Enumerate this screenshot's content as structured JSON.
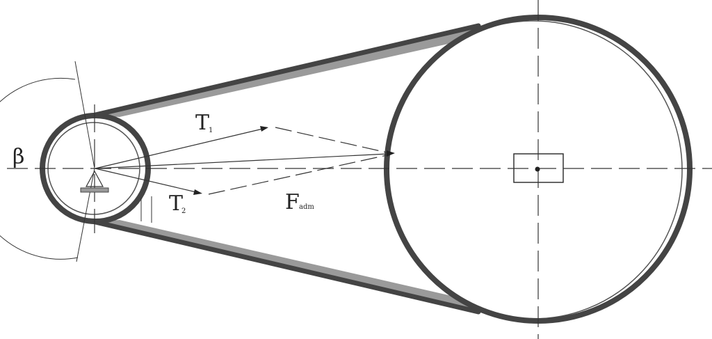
{
  "labels": {
    "beta": "β",
    "t1_main": "T",
    "t1_sub": "1",
    "t2_main": "T",
    "t2_sub": "2",
    "f_main": "F",
    "f_sub": "adm"
  },
  "colors": {
    "belt_fill": "#9a9a9a",
    "outline": "#444444",
    "thin_line": "#333333"
  }
}
